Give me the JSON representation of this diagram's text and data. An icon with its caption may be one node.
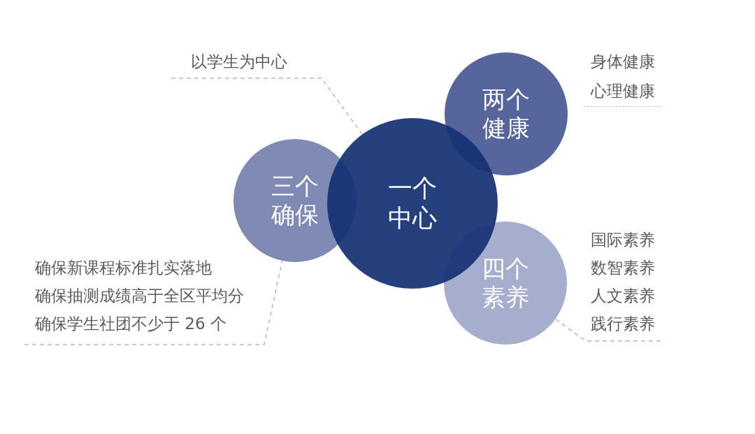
{
  "diagram": {
    "nodes": [
      {
        "text": [
          "以学生为中心"
        ]
      },
      {
        "text": [
          "两个健康"
        ],
        "beside": [
          "身体健康",
          "心理健康"
        ]
      },
      {
        "text": [
          "三个确保"
        ]
      },
      {
        "text": [
          "一个中心"
        ]
      },
      {
        "text": [
          "四个素养"
        ]
      },
      {
        "text": [
          "确保新课程标准扎实落地",
          "确保抽测成绩高于全区平均分",
          "确保学生社团不少于 26 个"
        ]
      },
      {
        "text": [
          "国际素养",
          "数智素养",
          "人文素养",
          "践行素养"
        ]
      }
    ],
    "edges": [
      {
        "from": 0,
        "to": 3,
        "arrow": "none",
        "style": "dashed"
      },
      {
        "from": 5,
        "to": 2,
        "arrow": "none",
        "style": "dashed"
      },
      {
        "from": 6,
        "to": 4,
        "arrow": "none",
        "style": "dashed"
      }
    ]
  }
}
